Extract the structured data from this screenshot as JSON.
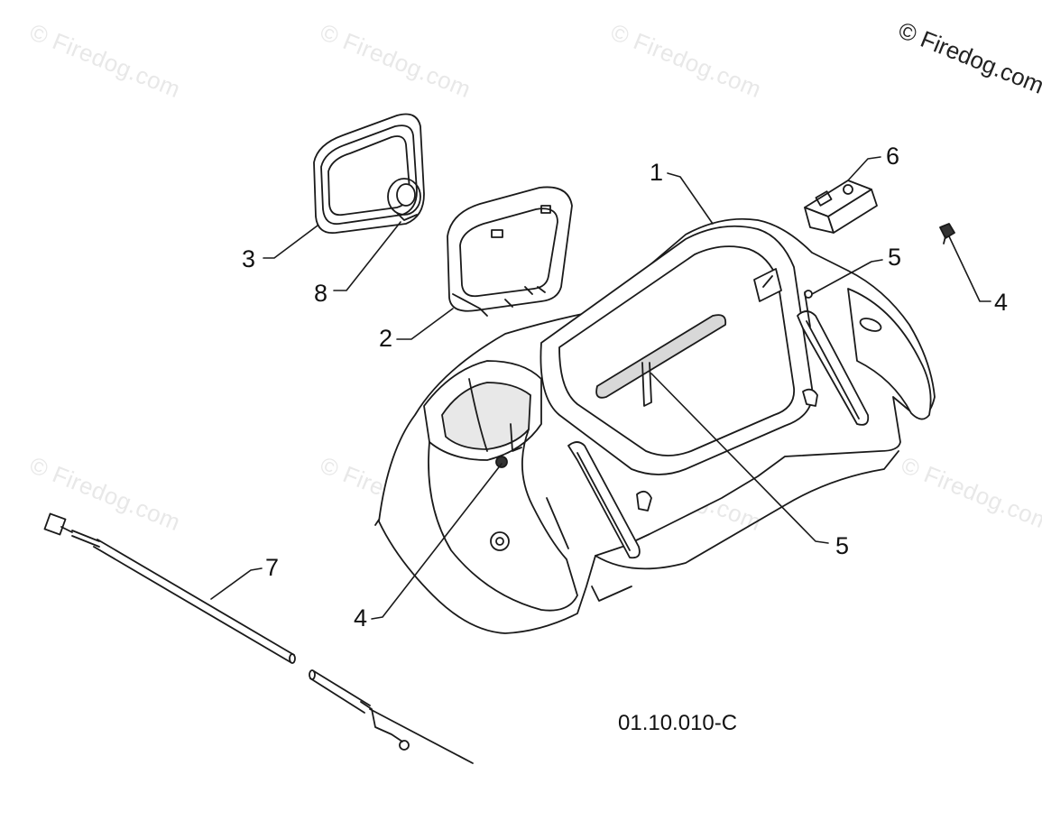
{
  "watermark": {
    "text": "© Firedog.com",
    "corner_text": "© Firedog.com"
  },
  "callouts": {
    "part_1": "1",
    "part_2": "2",
    "part_3": "3",
    "part_4_right": "4",
    "part_4_left": "4",
    "part_5_top": "5",
    "part_5_bottom": "5",
    "part_6": "6",
    "part_7": "7",
    "part_8": "8"
  },
  "reference_code": "01.10.010-C",
  "colors": {
    "line": "#1a1a1a",
    "fill": "#ffffff",
    "shade": "#d0d0d0",
    "watermark": "#e8e8e8"
  }
}
